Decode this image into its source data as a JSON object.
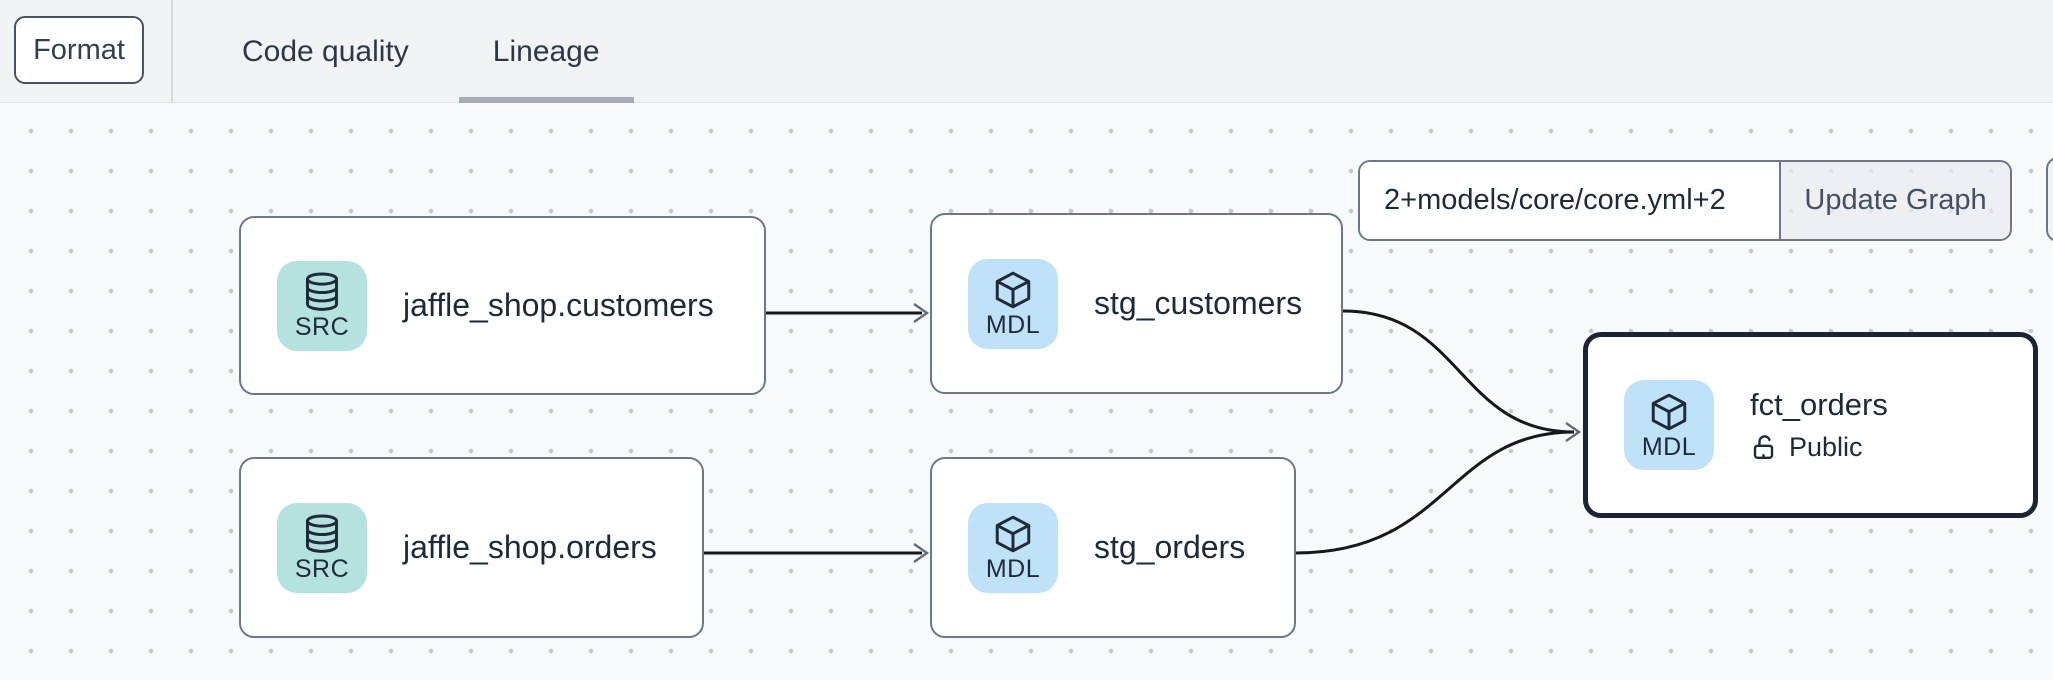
{
  "toolbar": {
    "format_label": "Format",
    "tabs": [
      {
        "label": "Code quality",
        "active": false
      },
      {
        "label": "Lineage",
        "active": true
      }
    ]
  },
  "graph_controls": {
    "selector_value": "2+models/core/core.yml+2",
    "update_button_label": "Update Graph"
  },
  "nodes": [
    {
      "id": "source.jaffle_shop.customers",
      "label": "jaffle_shop.customers",
      "badge": "SRC",
      "type": "source",
      "icon": "database-icon",
      "selected": false
    },
    {
      "id": "model.stg_customers",
      "label": "stg_customers",
      "badge": "MDL",
      "type": "model",
      "icon": "cube-icon",
      "selected": false
    },
    {
      "id": "source.jaffle_shop.orders",
      "label": "jaffle_shop.orders",
      "badge": "SRC",
      "type": "source",
      "icon": "database-icon",
      "selected": false
    },
    {
      "id": "model.stg_orders",
      "label": "stg_orders",
      "badge": "MDL",
      "type": "model",
      "icon": "cube-icon",
      "selected": false
    },
    {
      "id": "model.fct_orders",
      "label": "fct_orders",
      "badge": "MDL",
      "type": "model",
      "icon": "cube-icon",
      "access": "Public",
      "selected": true
    }
  ],
  "edges": [
    {
      "from": "jaffle_shop.customers",
      "to": "stg_customers"
    },
    {
      "from": "jaffle_shop.orders",
      "to": "stg_orders"
    },
    {
      "from": "stg_customers",
      "to": "fct_orders"
    },
    {
      "from": "stg_orders",
      "to": "fct_orders"
    }
  ],
  "colors": {
    "topbar_bg": "#f2f3f5",
    "canvas_bg": "#f8f9fb",
    "canvas_dot": "#c3c7ce",
    "source_badge": "#b5e2de",
    "model_badge": "#bfe2f8",
    "node_border": "#6e7787",
    "selected_node_border": "#1c2433",
    "edge_line": "#16181d",
    "active_tab_underline": "#a6abb6",
    "icon_ink": "#1f2a3a"
  }
}
